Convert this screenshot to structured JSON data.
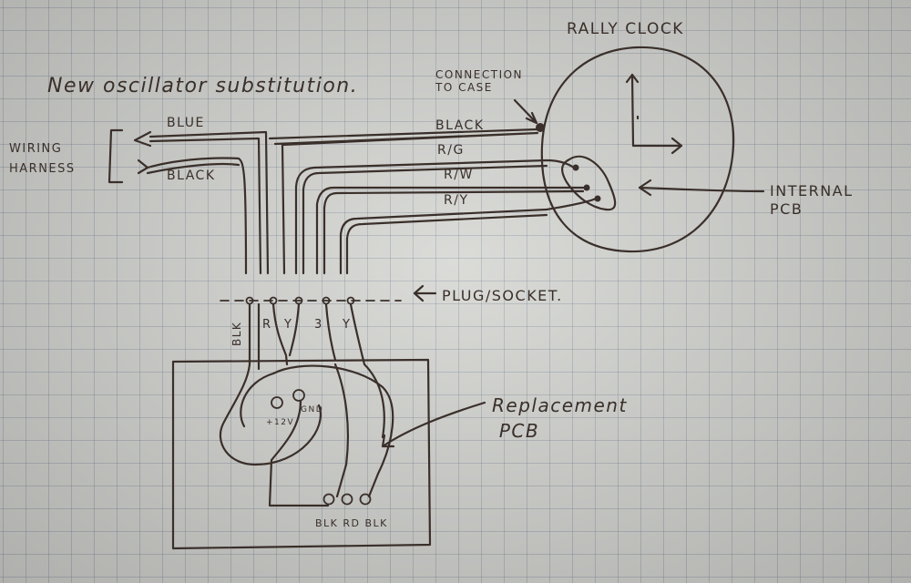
{
  "title": "New oscillator substitution.",
  "labels": {
    "rally_clock": "RALLY CLOCK",
    "connection_to_case": "CONNECTION TO CASE",
    "wiring_harness": "WIRING HARNESS",
    "internal_pcb": "INTERNAL PCB",
    "plug_socket": "PLUG/SOCKET.",
    "replacement_pcb": "Replacement PCB"
  },
  "wires": {
    "blue": "BLUE",
    "black_harness": "BLACK",
    "black_case": "BLACK",
    "rg": "R/G",
    "rw": "R/W",
    "ry": "R/Y"
  },
  "socket_labels": [
    "BLK",
    "R",
    "Y",
    "3",
    "Y"
  ],
  "pcb_terminals": {
    "plus12v": "+12V",
    "gnd": "GND",
    "bottom": "BLK RD BLK"
  }
}
